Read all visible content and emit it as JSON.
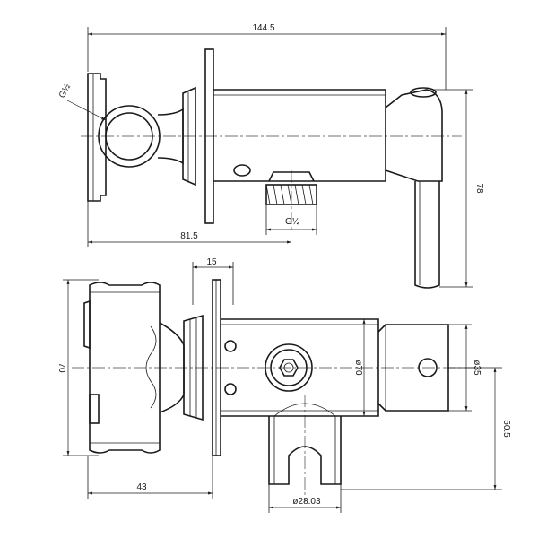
{
  "dimensions": {
    "overall_length": "144.5",
    "height": "78",
    "inlet_to_wall": "81.5",
    "plate_offset": "15",
    "body_height": "70",
    "wall_depth": "43",
    "body_diameter": "ø70",
    "knob_diameter": "ø35",
    "holder_height": "50.5",
    "holder_diameter": "ø28.03"
  },
  "threads": {
    "inlet_thread": "G½",
    "outlet_thread": "G½"
  }
}
